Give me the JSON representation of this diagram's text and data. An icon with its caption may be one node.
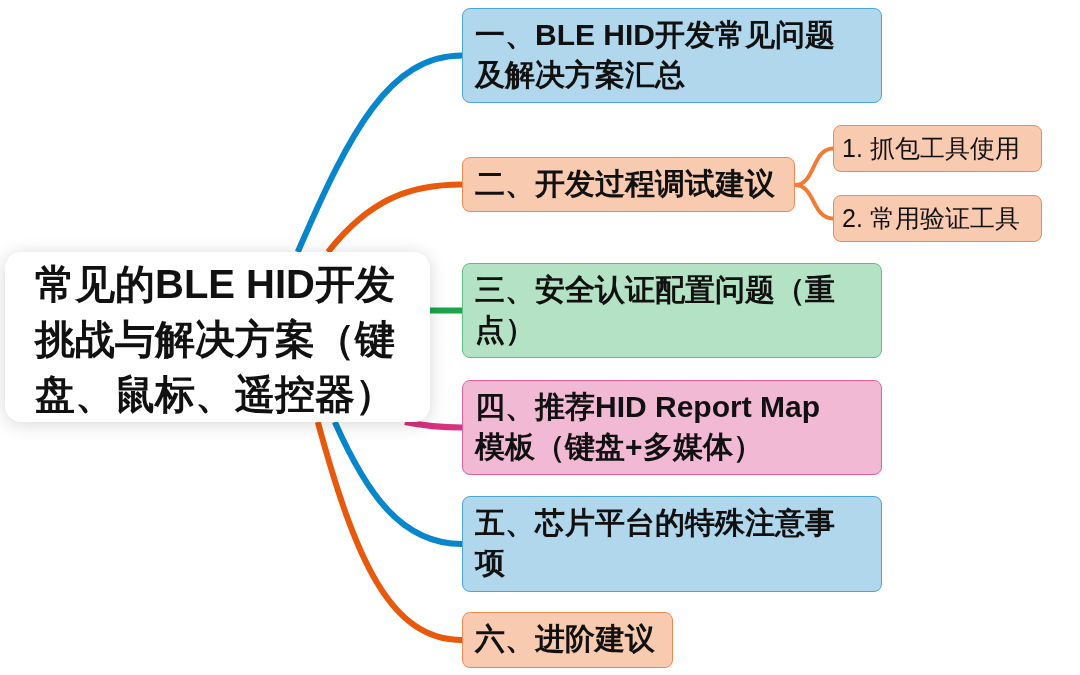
{
  "diagram": {
    "nodes": [
      {
        "text": [
          "常见的BLE HID开发挑战与解决方案（键盘、鼠标、遥控器）"
        ]
      },
      {
        "text": [
          "一、BLE HID开发常见问题及解决方案汇总"
        ]
      },
      {
        "text": [
          "二、开发过程调试建议"
        ]
      },
      {
        "text": [
          "1. 抓包工具使用"
        ]
      },
      {
        "text": [
          "2. 常用验证工具"
        ]
      },
      {
        "text": [
          "三、安全认证配置问题（重点）"
        ]
      },
      {
        "text": [
          "四、推荐HID Report Map模板（键盘+多媒体）"
        ]
      },
      {
        "text": [
          "五、芯片平台的特殊注意事项"
        ]
      },
      {
        "text": [
          "六、进阶建议"
        ]
      }
    ],
    "edges": [
      {
        "from": 0,
        "to": 1,
        "arrow": "none",
        "color": "#0786cc"
      },
      {
        "from": 0,
        "to": 2,
        "arrow": "none",
        "color": "#e8590c"
      },
      {
        "from": 2,
        "to": 3,
        "arrow": "none",
        "color": "#f47b35"
      },
      {
        "from": 2,
        "to": 4,
        "arrow": "none",
        "color": "#f47b35"
      },
      {
        "from": 0,
        "to": 5,
        "arrow": "none",
        "color": "#1ba44a"
      },
      {
        "from": 0,
        "to": 6,
        "arrow": "none",
        "color": "#d9307f"
      },
      {
        "from": 0,
        "to": 7,
        "arrow": "none",
        "color": "#0786cc"
      },
      {
        "from": 0,
        "to": 8,
        "arrow": "none",
        "color": "#e8590c"
      }
    ]
  }
}
